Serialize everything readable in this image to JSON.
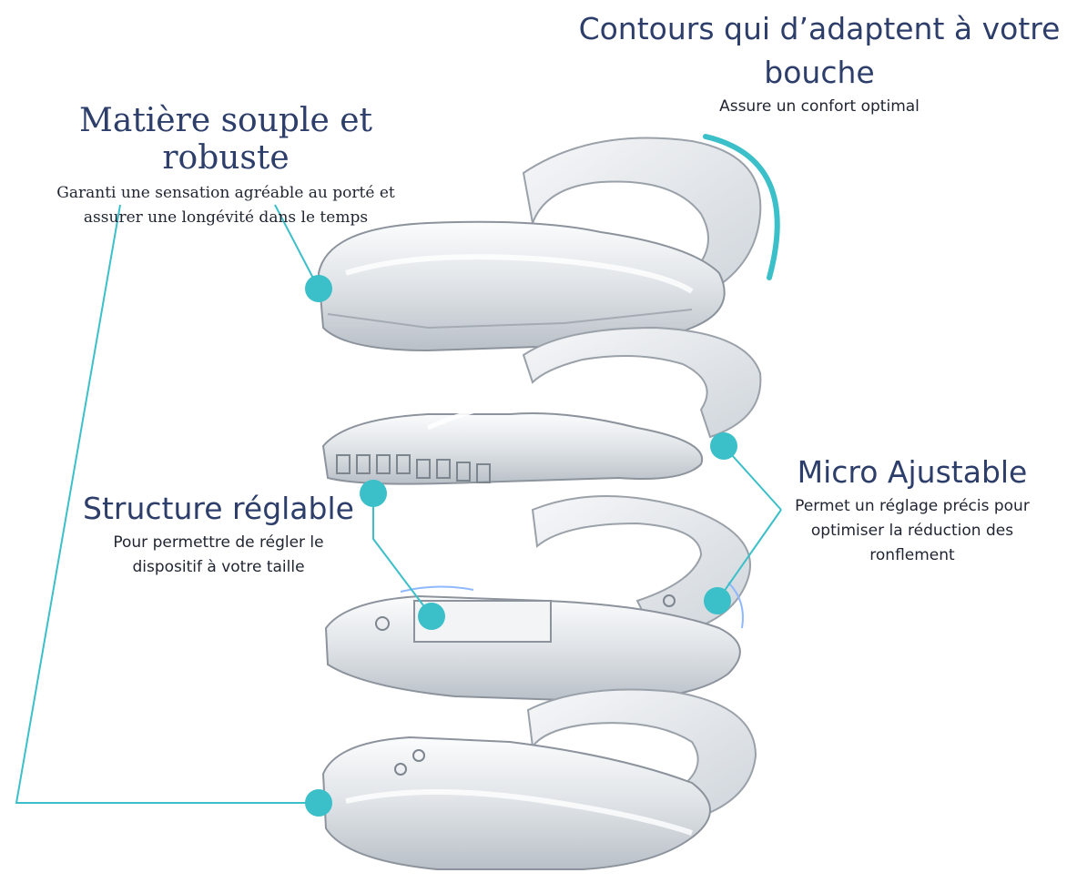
{
  "colors": {
    "title": "#2d3e6b",
    "text": "#1f2430",
    "accent": "#3bbfc9",
    "plastic_stroke": "#8c939c",
    "plastic_fill": "#e9ecef"
  },
  "callouts": {
    "contours": {
      "title_line1": "Contours qui d’adaptent à votre",
      "title_line2": "bouche",
      "subtitle": "Assure un confort optimal"
    },
    "matiere": {
      "title": "Matière souple et robuste",
      "subtitle_line1": "Garanti une sensation agréable au porté et",
      "subtitle_line2": "assurer une longévité dans le temps"
    },
    "micro": {
      "title": "Micro Ajustable",
      "subtitle_line1": "Permet un réglage précis pour",
      "subtitle_line2": "optimiser la réduction des",
      "subtitle_line3": "ronflement"
    },
    "structure": {
      "title": "Structure réglable",
      "subtitle_line1": "Pour permettre de régler le",
      "subtitle_line2": "dispositif à votre taille"
    }
  },
  "product_image": {
    "icon": "mouthguard-exploded-illustration"
  }
}
